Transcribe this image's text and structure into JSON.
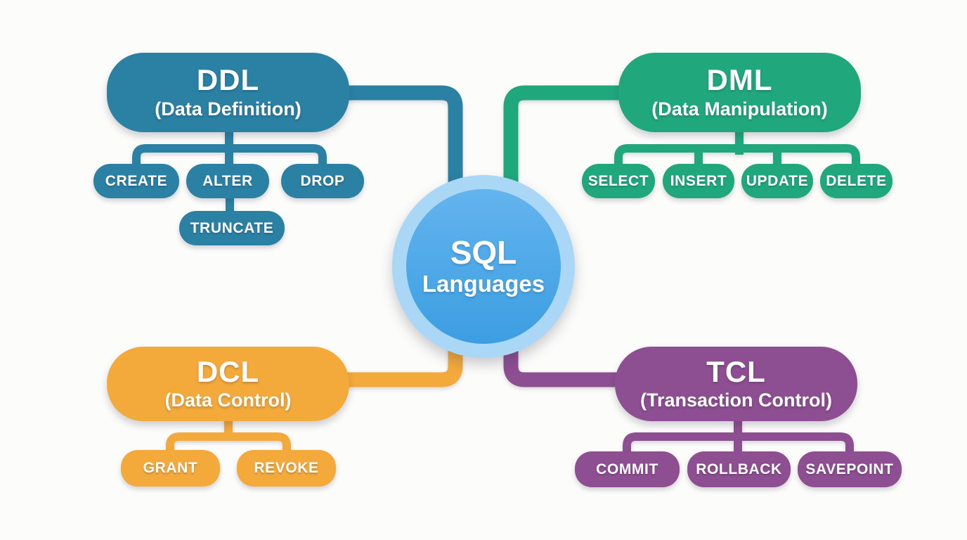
{
  "center": {
    "title": "SQL",
    "subtitle": "Languages"
  },
  "categories": [
    {
      "abbr": "DDL",
      "name": "(Data Definition)",
      "children": [
        "CREATE",
        "ALTER",
        "DROP",
        "TRUNCATE"
      ]
    },
    {
      "abbr": "DML",
      "name": "(Data Manipulation)",
      "children": [
        "SELECT",
        "INSERT",
        "UPDATE",
        "DELETE"
      ]
    },
    {
      "abbr": "DCL",
      "name": "(Data Control)",
      "children": [
        "GRANT",
        "REVOKE"
      ]
    },
    {
      "abbr": "TCL",
      "name": "(Transaction Control)",
      "children": [
        "COMMIT",
        "ROLLBACK",
        "SAVEPOINT"
      ]
    }
  ],
  "colors": {
    "ddl": "#2a81a4",
    "dml": "#20a87c",
    "dcl": "#f4a93b",
    "tcl": "#8e4e92",
    "circle-ring": "#a9d7f5",
    "circle-top": "#63b4ee",
    "circle-bottom": "#3c9ee1",
    "bg": "#fcfcfb"
  }
}
